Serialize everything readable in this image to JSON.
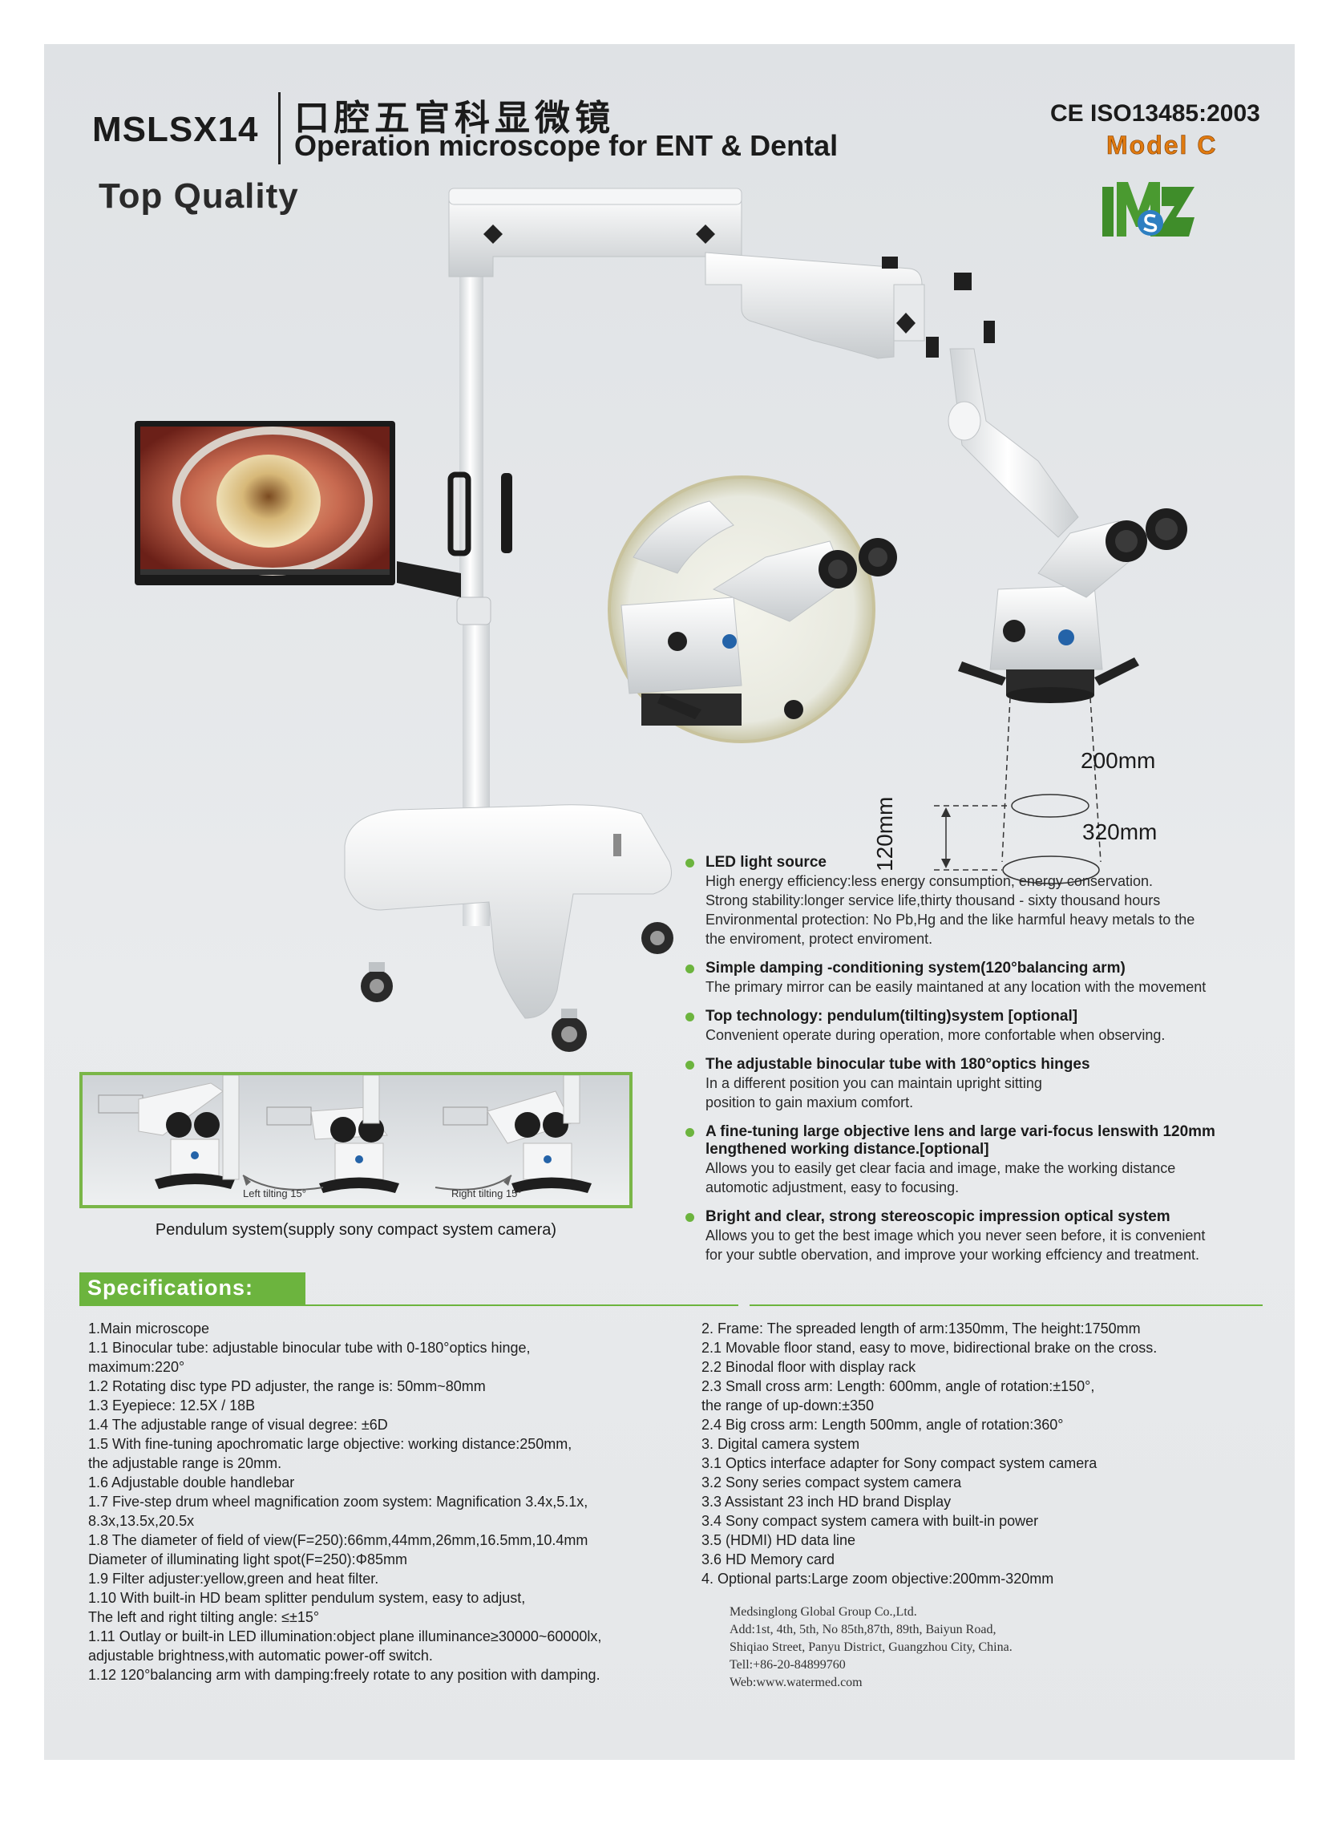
{
  "header": {
    "model_code": "MSLSX14",
    "title_cn": "口腔五官科显微镜",
    "title_en": "Operation microscope for ENT & Dental",
    "tagline": "Top Quality",
    "certification": "CE  ISO13485:2003",
    "model_variant": "Model  C"
  },
  "diagram": {
    "dim_top": "200mm",
    "dim_bottom": "320mm",
    "dim_height": "120mm"
  },
  "features": [
    {
      "title": "LED light source",
      "body": "High energy efficiency:less energy consumption, energy conservation.\nStrong stability:longer service life,thirty thousand - sixty thousand hours\nEnvironmental protection: No Pb,Hg and the like harmful heavy metals to the\nthe enviroment, protect enviroment."
    },
    {
      "title": "Simple damping -conditioning system(120°balancing arm)",
      "body": "The primary mirror can be easily maintaned at any location with the movement"
    },
    {
      "title": "Top technology: pendulum(tilting)system [optional]",
      "body": "Convenient operate during operation, more confortable when observing."
    },
    {
      "title": "The adjustable binocular tube with 180°optics hinges",
      "body": "In a different position you can maintain upright sitting\nposition to gain maxium comfort."
    },
    {
      "title": "A fine-tuning large objective lens and large vari-focus lenswith 120mm\nlengthened working distance.[optional]",
      "body": "Allows you to easily get clear facia and image, make the working distance\nautomotic adjustment, easy to focusing."
    },
    {
      "title": "Bright and clear, strong stereoscopic impression optical system",
      "body": "Allows you to get the best image which you never seen before, it is convenient\nfor your subtle obervation, and improve your working effciency and treatment."
    }
  ],
  "pendulum": {
    "left_label": "Left tilting 15°",
    "right_label": "Right tilting 15°",
    "caption": "Pendulum system(supply sony compact system camera)"
  },
  "specs": {
    "title": "Specifications:",
    "left": [
      "1.Main microscope",
      "1.1 Binocular tube: adjustable binocular tube with 0-180°optics hinge,\n      maximum:220°",
      "1.2 Rotating disc type PD adjuster, the range is: 50mm~80mm",
      "1.3 Eyepiece: 12.5X / 18B",
      "1.4 The adjustable range of visual degree: ±6D",
      "1.5 With fine-tuning apochromatic large objective: working distance:250mm,\n      the adjustable range is 20mm.",
      "1.6 Adjustable double handlebar",
      "1.7 Five-step drum wheel magnification zoom system: Magnification 3.4x,5.1x,\n      8.3x,13.5x,20.5x",
      "1.8 The diameter of field of view(F=250):66mm,44mm,26mm,16.5mm,10.4mm\n      Diameter of illuminating light spot(F=250):Φ85mm",
      "1.9 Filter adjuster:yellow,green and heat filter.",
      "1.10 With built-in HD beam splitter pendulum system, easy to adjust,\n        The left and right tilting angle: ≤±15°",
      "1.11 Outlay or built-in LED illumination:object plane illuminance≥30000~60000lx,\n        adjustable brightness,with automatic power-off switch.",
      "1.12 120°balancing arm with damping:freely rotate to any position with damping."
    ],
    "right": [
      "2. Frame: The spreaded length of arm:1350mm, The height:1750mm",
      "2.1 Movable floor stand, easy to move, bidirectional brake on the cross.",
      "2.2 Binodal floor with display rack",
      "2.3 Small cross arm: Length: 600mm, angle of rotation:±150°,\n      the range of up-down:±350",
      "2.4 Big cross arm: Length 500mm, angle of rotation:360°",
      "3. Digital camera system",
      "3.1 Optics interface adapter for Sony compact system camera",
      "3.2 Sony series compact system camera",
      "3.3 Assistant 23 inch HD brand Display",
      "3.4 Sony compact system camera with built-in power",
      "3.5 (HDMI) HD data line",
      "3.6 HD Memory card",
      "4. Optional parts:Large zoom objective:200mm-320mm"
    ]
  },
  "company": {
    "lines": [
      "Medsinglong Global Group Co.,Ltd.",
      "Add:1st, 4th, 5th, No 85th,87th, 89th, Baiyun Road,",
      "Shiqiao Street, Panyu District, Guangzhou City, China.",
      "Tell:+86-20-84899760",
      "Web:www.watermed.com"
    ]
  },
  "colors": {
    "accent_green": "#6cb43e",
    "model_orange": "#e07a10",
    "logo_green": "#3f8d2a",
    "logo_blue": "#2d7fc1"
  }
}
